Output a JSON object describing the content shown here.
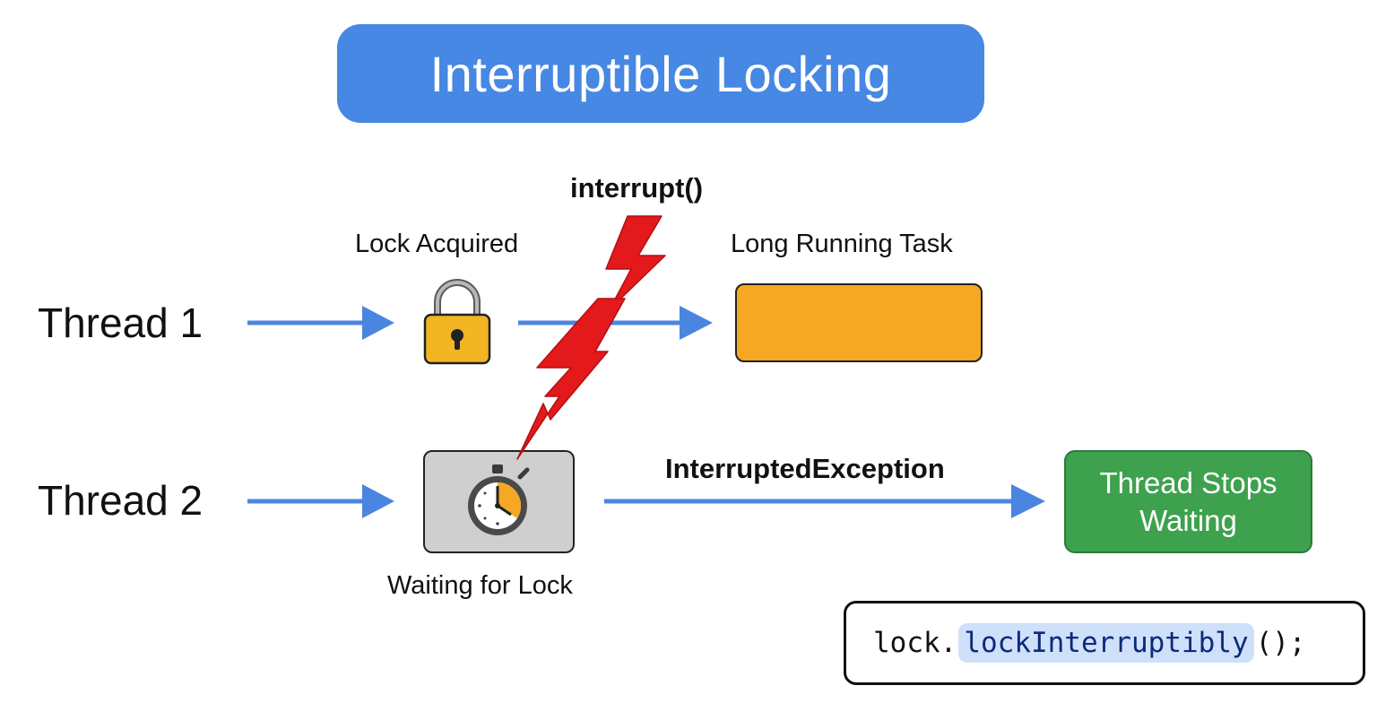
{
  "title": "Interruptible Locking",
  "threads": [
    {
      "label": "Thread 1"
    },
    {
      "label": "Thread 2"
    }
  ],
  "labels": {
    "lock_acquired": "Lock Acquired",
    "long_running_task": "Long Running Task",
    "interrupt_call": "interrupt()",
    "waiting_for_lock": "Waiting for Lock",
    "interrupted_exception": "InterruptedException",
    "thread_stops_waiting": "Thread Stops Waiting"
  },
  "code": {
    "object": "lock.",
    "method": "lockInterruptibly",
    "suffix": "();"
  },
  "icons": {
    "lock": "padlock-icon",
    "timer": "stopwatch-icon",
    "interrupt": "lightning-bolt-icon"
  },
  "colors": {
    "title_bg": "#4688e3",
    "arrow": "#4a86e0",
    "task": "#f6a823",
    "waiting_box": "#cfcfcf",
    "stops_box": "#3da14e",
    "bolt": "#e3191c",
    "lock": "#f2b523"
  }
}
